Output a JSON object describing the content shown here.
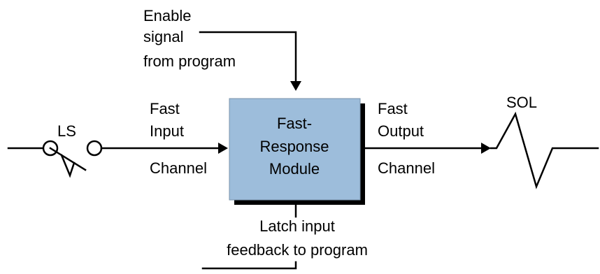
{
  "enable_signal": {
    "lines": [
      "Enable",
      "signal",
      "from program"
    ]
  },
  "limit_switch": {
    "label": "LS"
  },
  "fast_input": {
    "line1": "Fast",
    "line2": "Input",
    "line3": "Channel"
  },
  "module": {
    "lines": [
      "Fast-",
      "Response",
      "Module"
    ],
    "fill_color": "#9dbddb",
    "shadow_color": "#000000"
  },
  "fast_output": {
    "line1": "Fast",
    "line2": "Output",
    "line3": "Channel"
  },
  "solenoid": {
    "label": "SOL"
  },
  "latch_feedback": {
    "lines": [
      "Latch input",
      "feedback to program"
    ]
  }
}
